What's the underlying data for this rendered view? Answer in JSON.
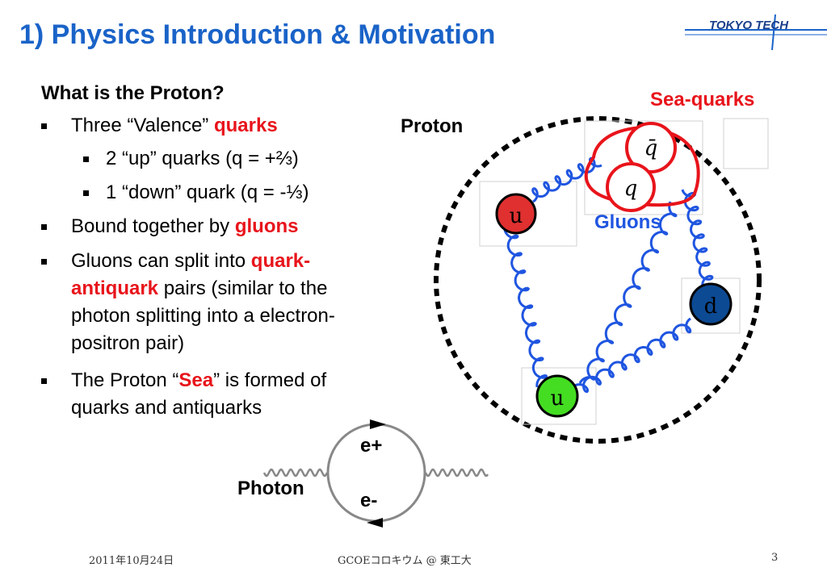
{
  "slide": {
    "title": "1) Physics Introduction & Motivation",
    "logo_text": "TOKYO TECH",
    "heading": "What is the Proton?",
    "bullets": [
      {
        "pre": "Three “Valence” ",
        "highlight": "quarks",
        "post": ""
      },
      {
        "pre": "2 “up” quarks (q = +⅔)",
        "highlight": "",
        "post": ""
      },
      {
        "pre": "1 “down” quark (q = -⅓)",
        "highlight": "",
        "post": ""
      },
      {
        "pre": "Bound together by ",
        "highlight": "gluons",
        "post": ""
      },
      {
        "pre": "Gluons can split into ",
        "highlight1": "quark-",
        "highlight2": "antiquark",
        "post_a": " pairs (similar to the",
        "post_b": "photon splitting into a electron-",
        "post_c": "positron pair)"
      },
      {
        "pre": "The Proton “",
        "highlight": "Sea",
        "post_a": "” is formed of",
        "post_b": "quarks and antiquarks"
      }
    ]
  },
  "diagram": {
    "proton_label": "Proton",
    "sea_quarks_label": "Sea-quarks",
    "gluons_label": "Gluons",
    "quark_u1": "u",
    "quark_u2": "u",
    "quark_d": "d",
    "sea_qbar": "q̄",
    "sea_q": "q",
    "photon_label": "Photon",
    "positron_label": "e+",
    "electron_label": "e-",
    "colors": {
      "up_red": "#e03030",
      "up_green": "#44dd22",
      "down_blue": "#0c4a94",
      "gluon": "#1f55e0",
      "accent_red": "#e8141b",
      "title_blue": "#1a63c8"
    }
  },
  "footer": {
    "date": "2011年10月24日",
    "center": "GCOEコロキウム @ 東工大",
    "page": "3"
  }
}
